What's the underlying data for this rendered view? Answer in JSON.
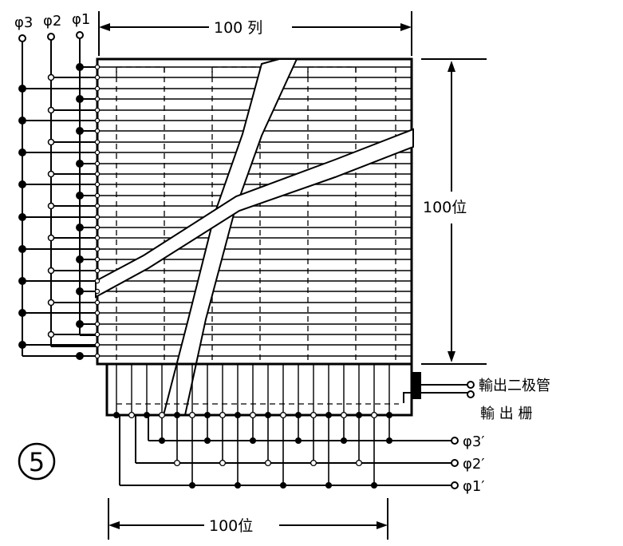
{
  "figure_number": "5",
  "labels": {
    "top_phase_1": "φ1",
    "top_phase_2": "φ2",
    "top_phase_3": "φ3",
    "top_dimension": "100 列",
    "right_dimension": "100位",
    "bottom_dimension": "100位",
    "output_diode": "輸出二极管",
    "output_gate": "輸 出 栅",
    "bottom_phase_3": "φ3′",
    "bottom_phase_2": "φ2′",
    "bottom_phase_1": "φ1′"
  },
  "colors": {
    "ink": "#000000",
    "paper": "#ffffff"
  }
}
